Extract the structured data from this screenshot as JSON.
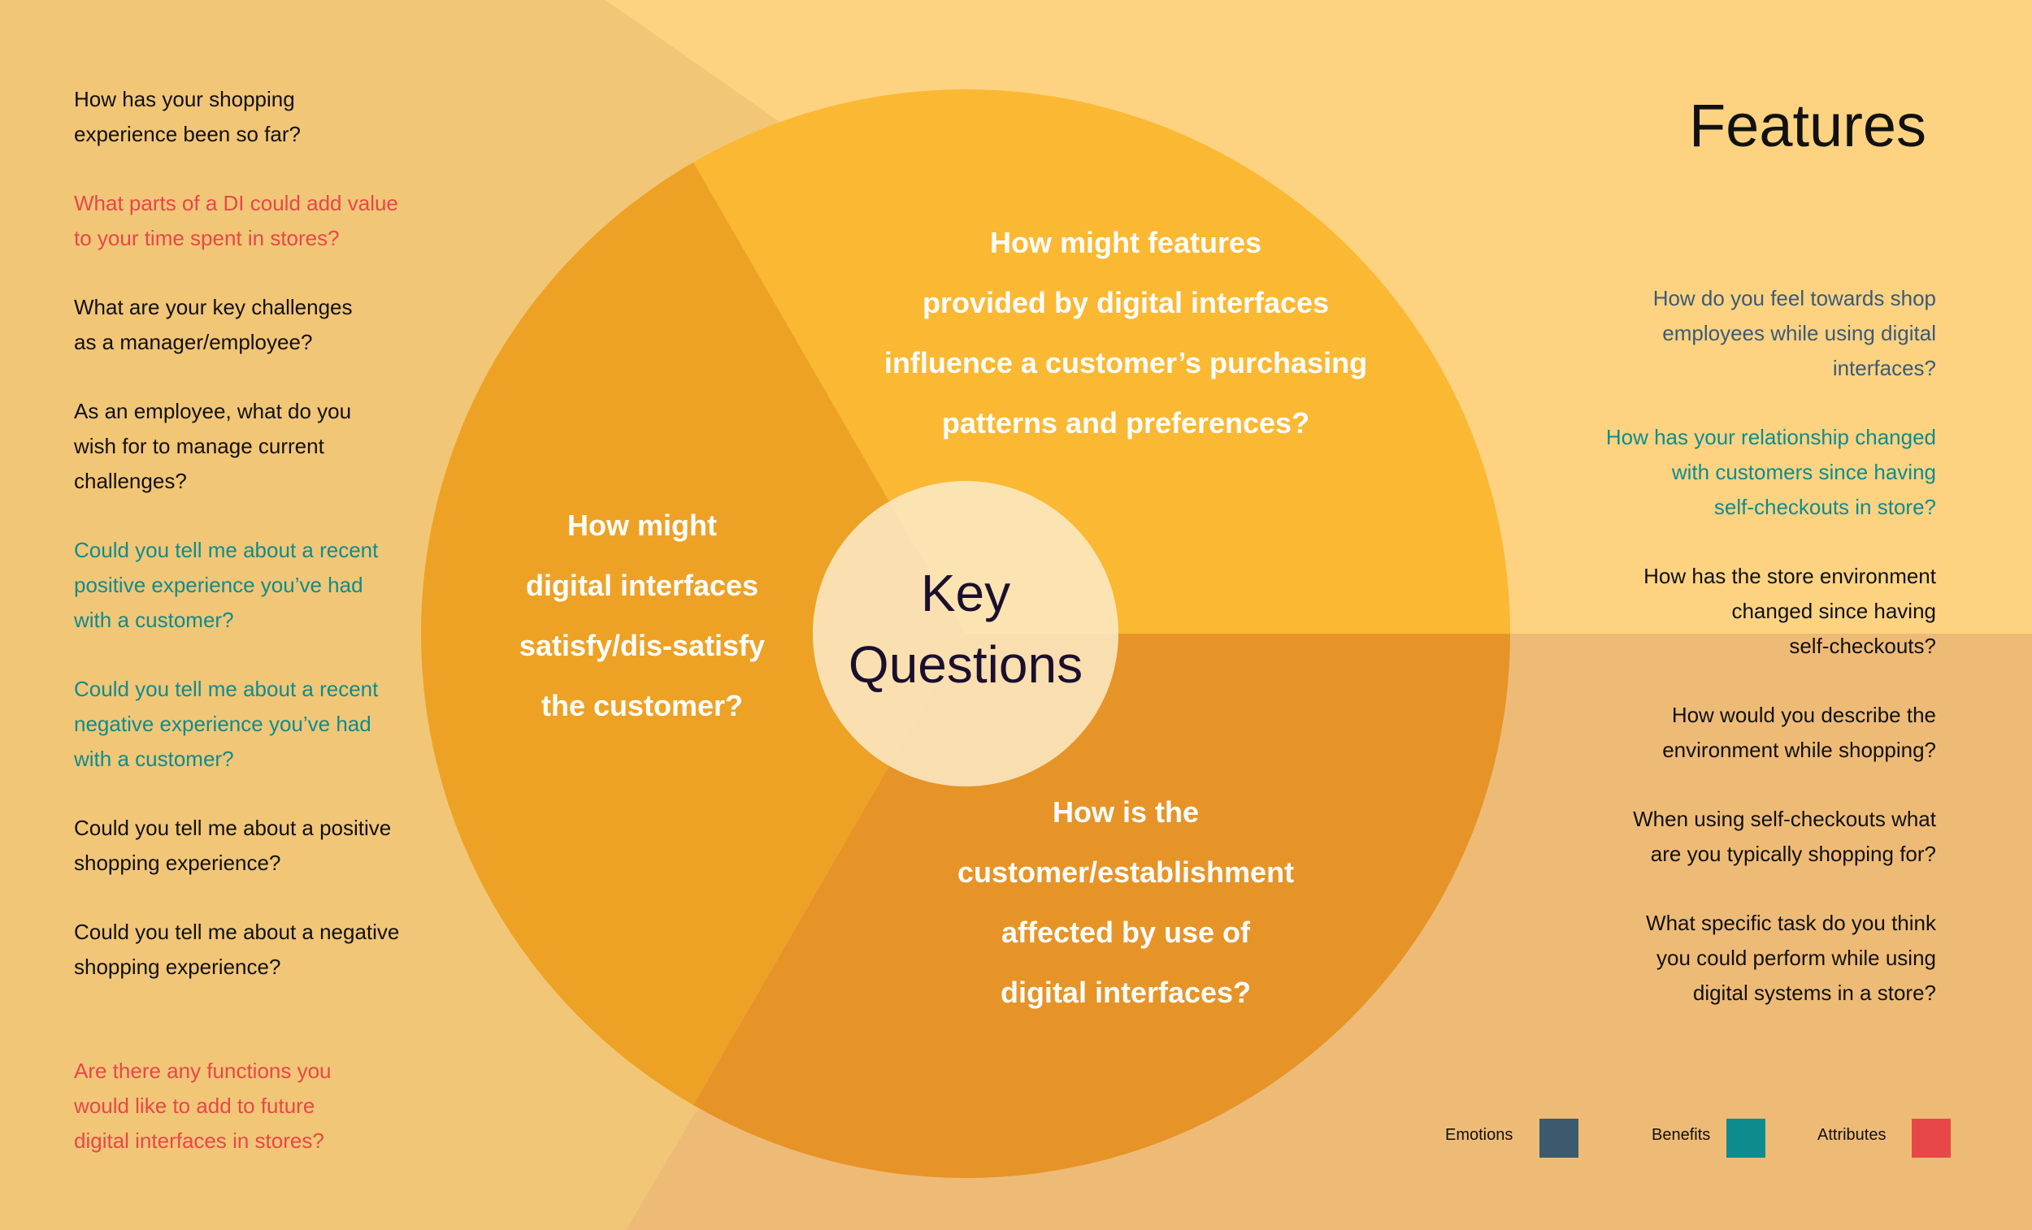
{
  "title": "Features",
  "center_label": "Key\nQuestions",
  "colors": {
    "background_left": "#F2C677",
    "background_top_right": "#FDD382",
    "background_bottom_right": "#EEBB77",
    "wedge_top": "#FBB832",
    "wedge_left": "#EDA225",
    "wedge_bottom": "#E69427",
    "center": "#FCEBC9",
    "emotions": "#3B5A6E",
    "benefits": "#0E8C8D",
    "attributes": "#E8474A"
  },
  "wedges": {
    "top": "How might features\nprovided by digital interfaces\ninfluence a customer’s purchasing\npatterns and preferences?",
    "left": "How might\ndigital interfaces\nsatisfy/dis-satisfy\nthe customer?",
    "bottom": "How is the\ncustomer/establishment\naffected by use of\ndigital interfaces?"
  },
  "left_questions": [
    {
      "text": "How has your shopping\nexperience been so far?",
      "category": "none"
    },
    {
      "text": "What parts of a DI could add value\nto your time spent in stores?",
      "category": "attributes"
    },
    {
      "text": "What are your key challenges\nas a manager/employee?",
      "category": "none"
    },
    {
      "text": "As an employee, what do you\n wish for to manage current\nchallenges?",
      "category": "none"
    },
    {
      "text": "Could you tell me about a recent\npositive experience you’ve had\nwith a customer?",
      "category": "benefits"
    },
    {
      "text": "Could you tell me about a recent\nnegative experience you’ve had\nwith a customer?",
      "category": "benefits"
    },
    {
      "text": "Could you tell me about a positive\nshopping experience?",
      "category": "none"
    },
    {
      "text": "Could you tell me about a negative\nshopping experience?",
      "category": "none"
    },
    {
      "text": "Are there any functions you\nwould like to add to future\ndigital interfaces in stores?",
      "category": "attributes"
    }
  ],
  "right_questions": [
    {
      "text": "How do you feel towards shop\nemployees while using digital\ninterfaces?",
      "category": "emotions"
    },
    {
      "text": "How has your relationship changed\nwith customers since having\nself-checkouts in store?",
      "category": "benefits"
    },
    {
      "text": "How has the store environment\nchanged since having\nself-checkouts?",
      "category": "none"
    },
    {
      "text": "How would you describe the\nenvironment while shopping?",
      "category": "none"
    },
    {
      "text": "When using self-checkouts what\nare you typically shopping for?",
      "category": "none"
    },
    {
      "text": "What specific task do you think\nyou could perform while using\ndigital systems in a store?",
      "category": "none"
    }
  ],
  "legend": [
    {
      "label": "Emotions",
      "color": "#3B5A6E"
    },
    {
      "label": "Benefits",
      "color": "#0E8C8D"
    },
    {
      "label": "Attributes",
      "color": "#E8474A"
    }
  ]
}
